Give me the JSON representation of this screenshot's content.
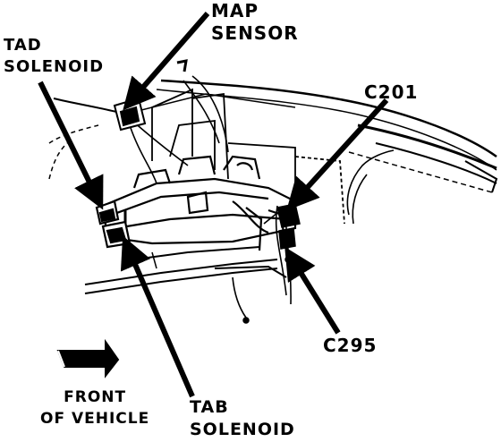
{
  "labels": {
    "map_sensor": [
      "MAP",
      "SENSOR"
    ],
    "tad_solenoid": [
      "TAD",
      "SOLENOID"
    ],
    "c201": "C201",
    "c295": "C295",
    "tab_solenoid": [
      "TAB",
      "SOLENOID"
    ],
    "front_of_vehicle": [
      "FRONT",
      "OF VEHICLE"
    ]
  },
  "colors": {
    "ink": "#000000",
    "paper": "#ffffff"
  }
}
